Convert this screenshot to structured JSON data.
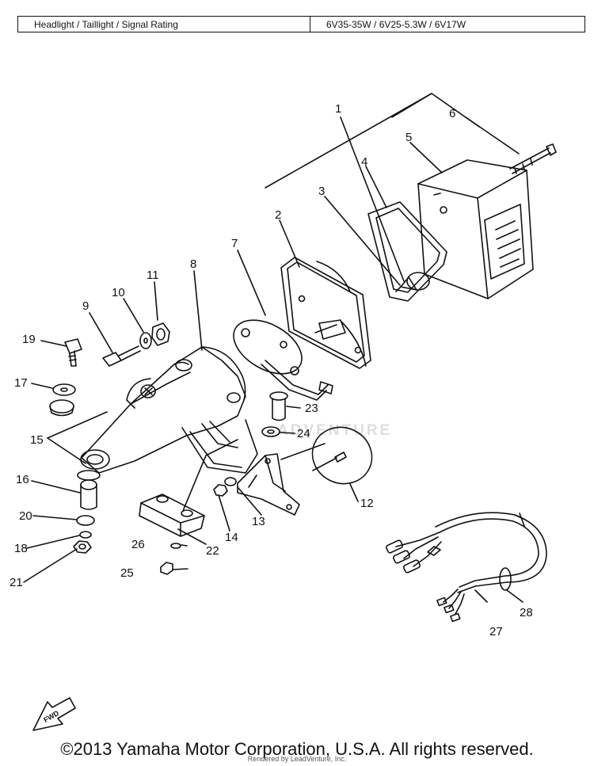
{
  "rating_table": {
    "label": "Headlight / Taillight / Signal Rating",
    "value": "6V35-35W / 6V25-5.3W / 6V17W"
  },
  "part_numbers": {
    "p1": "1",
    "p2": "2",
    "p3": "3",
    "p4": "4",
    "p5": "5",
    "p6": "6",
    "p7": "7",
    "p8": "8",
    "p9": "9",
    "p10": "10",
    "p11": "11",
    "p12": "12",
    "p13": "13",
    "p14": "14",
    "p15": "15",
    "p16": "16",
    "p17": "17",
    "p18": "18",
    "p19": "19",
    "p20": "20",
    "p21": "21",
    "p22": "22",
    "p23": "23",
    "p24": "24",
    "p25": "25",
    "p26": "26",
    "p27": "27",
    "p28": "28"
  },
  "fwd_label": "FWD",
  "watermark": "ADVENTURE",
  "copyright": "©2013 Yamaha Motor Corporation, U.S.A. All rights reserved.",
  "rendered_by": "Rendered by LeadVenture, Inc."
}
